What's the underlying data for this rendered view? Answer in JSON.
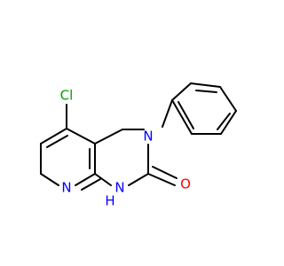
{
  "atoms": {
    "cl": {
      "text": "Cl",
      "color": "#00a000"
    },
    "n_ring": {
      "text": "N",
      "color": "#0000ff"
    },
    "n_pyridine": {
      "text": "N",
      "color": "#0000ff"
    },
    "nh": {
      "text": "N",
      "color": "#0000ff"
    },
    "h": {
      "text": "H",
      "color": "#0000ff"
    },
    "o": {
      "text": "O",
      "color": "#ff0000"
    }
  }
}
